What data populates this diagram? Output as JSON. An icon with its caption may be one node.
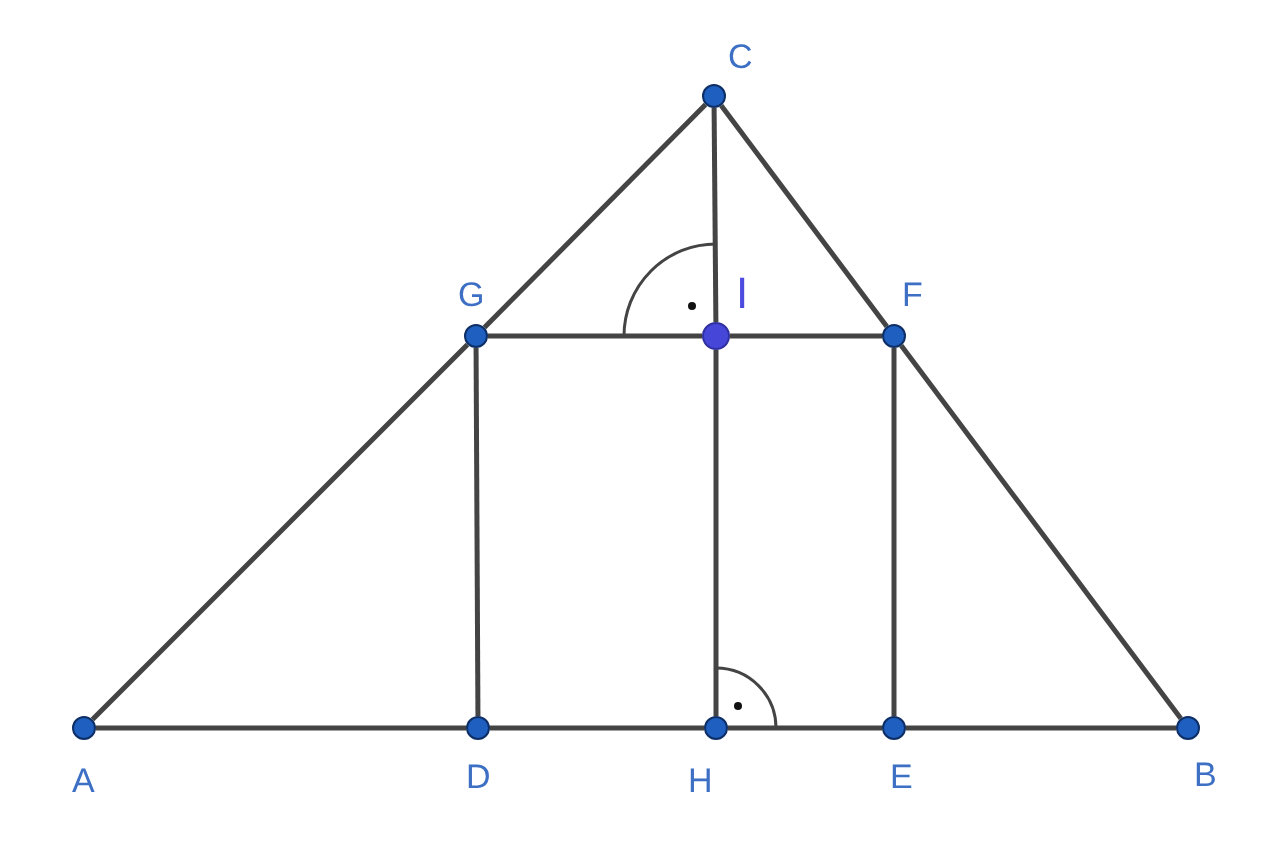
{
  "diagram": {
    "nodes": [
      {
        "text": [],
        "shape": "circle",
        "beside": [
          "C"
        ]
      },
      {
        "text": [],
        "shape": "circle",
        "beside": [
          "G"
        ]
      },
      {
        "text": [],
        "shape": "circle",
        "beside": [
          "I"
        ]
      },
      {
        "text": [],
        "shape": "circle",
        "beside": [
          "F"
        ]
      },
      {
        "text": [],
        "shape": "circle",
        "beside": [
          "A"
        ]
      },
      {
        "text": [],
        "shape": "circle",
        "beside": [
          "D"
        ]
      },
      {
        "text": [],
        "shape": "circle",
        "beside": [
          "H"
        ]
      },
      {
        "text": [],
        "shape": "circle",
        "beside": [
          "E"
        ]
      },
      {
        "text": [],
        "shape": "circle",
        "beside": [
          "B"
        ]
      }
    ],
    "edges": [
      {
        "from": 4,
        "to": 5,
        "arrow": "none"
      },
      {
        "from": 5,
        "to": 6,
        "arrow": "none"
      },
      {
        "from": 6,
        "to": 7,
        "arrow": "none"
      },
      {
        "from": 7,
        "to": 8,
        "arrow": "none"
      },
      {
        "from": 4,
        "to": 1,
        "arrow": "none"
      },
      {
        "from": 1,
        "to": 0,
        "arrow": "none"
      },
      {
        "from": 0,
        "to": 3,
        "arrow": "none"
      },
      {
        "from": 3,
        "to": 8,
        "arrow": "none"
      },
      {
        "from": 1,
        "to": 2,
        "arrow": "none"
      },
      {
        "from": 2,
        "to": 3,
        "arrow": "none"
      },
      {
        "from": 0,
        "to": 2,
        "arrow": "none"
      },
      {
        "from": 2,
        "to": 6,
        "arrow": "none"
      },
      {
        "from": 1,
        "to": 5,
        "arrow": "none"
      },
      {
        "from": 3,
        "to": 7,
        "arrow": "none"
      }
    ]
  }
}
